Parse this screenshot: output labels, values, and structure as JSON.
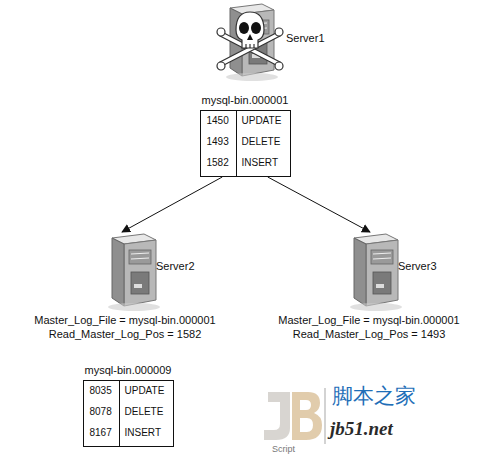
{
  "diagram": {
    "nodes": [
      {
        "text": [
          "Server1"
        ]
      },
      {
        "text": [
          "mysql-bin.000001",
          "1450",
          "UPDATE",
          "1493",
          "DELETE",
          "1582",
          "INSERT"
        ]
      },
      {
        "text": [
          "Server2",
          "Master_Log_File = mysql-bin.000001",
          "Read_Master_Log_Pos = 1582"
        ]
      },
      {
        "text": [
          "Server3",
          "Master_Log_File = mysql-bin.000001",
          "Read_Master_Log_Pos = 1493"
        ]
      },
      {
        "text": [
          "mysql-bin.000009",
          "8035",
          "UPDATE",
          "8078",
          "DELETE",
          "8167",
          "INSERT"
        ]
      }
    ],
    "edges": [
      {
        "from": 1,
        "to": 2,
        "arrow": "to"
      },
      {
        "from": 1,
        "to": 3,
        "arrow": "to"
      }
    ],
    "labels": [
      "脚本之家",
      "jb51.net",
      "Script"
    ]
  }
}
